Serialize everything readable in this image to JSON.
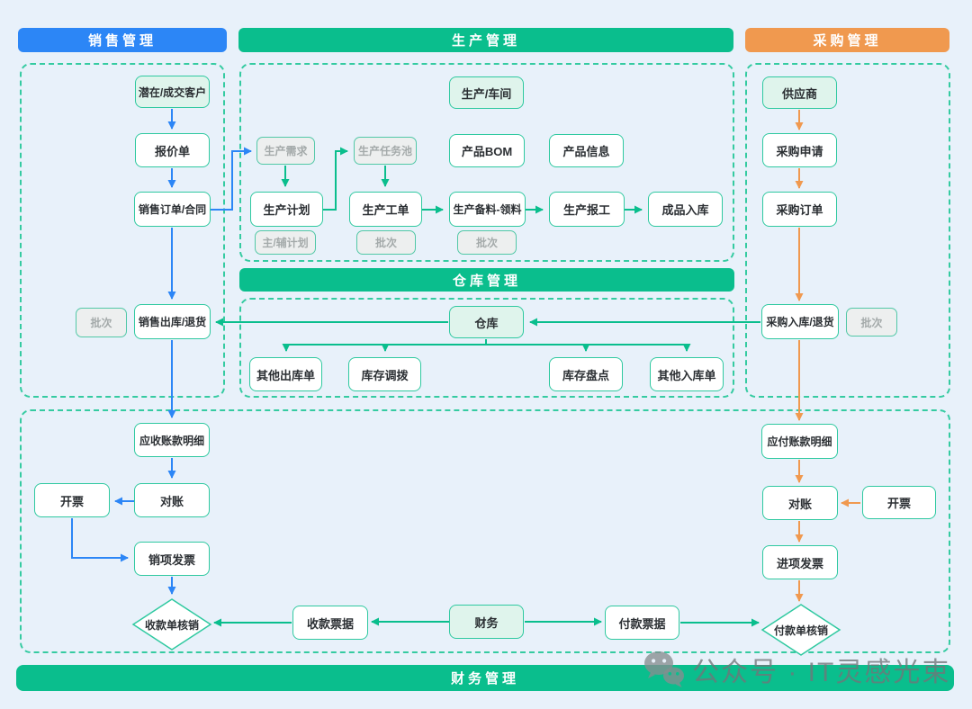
{
  "sections": {
    "sales": "销售管理",
    "production": "生产管理",
    "purchase": "采购管理",
    "warehouse": "仓库管理",
    "finance": "财务管理"
  },
  "nodes": {
    "customers": "潜在/成交客户",
    "quotation": "报价单",
    "sales_order": "销售订单/合同",
    "batch_sales": "批次",
    "sales_outbound": "销售出库/退货",
    "receivables_detail": "应收账款明细",
    "invoicing_sales": "开票",
    "reconciliation_sales": "对账",
    "output_invoice": "销项发票",
    "receipt_writeoff": "收款单核销",
    "receipt_bills": "收款票据",
    "finance": "财务",
    "payment_bills": "付款票据",
    "payment_writeoff": "付款单核销",
    "workshop": "生产/车间",
    "production_demand": "生产需求",
    "task_pool": "生产任务池",
    "product_bom": "产品BOM",
    "product_info": "产品信息",
    "production_plan": "生产计划",
    "main_aux_plan": "主/辅计划",
    "work_order": "生产工单",
    "batch_workorder": "批次",
    "material_prep": "生产备料-领料",
    "batch_material": "批次",
    "production_report": "生产报工",
    "finished_goods_inbound": "成品入库",
    "warehouse": "仓库",
    "other_outbound": "其他出库单",
    "stock_transfer": "库存调拨",
    "stock_count": "库存盘点",
    "other_inbound": "其他入库单",
    "supplier": "供应商",
    "purchase_request": "采购申请",
    "purchase_order": "采购订单",
    "purchase_inbound": "采购入库/退货",
    "batch_purchase": "批次",
    "payables_detail": "应付账款明细",
    "reconciliation_purchase": "对账",
    "invoicing_purchase": "开票",
    "input_invoice": "进项发票"
  },
  "edges": [
    {
      "from": "customers",
      "to": "quotation",
      "color": "blue"
    },
    {
      "from": "quotation",
      "to": "sales_order",
      "color": "blue"
    },
    {
      "from": "sales_order",
      "to": "production_demand",
      "color": "blue"
    },
    {
      "from": "sales_order",
      "to": "sales_outbound",
      "color": "blue"
    },
    {
      "from": "sales_outbound",
      "to": "receivables_detail",
      "color": "blue"
    },
    {
      "from": "receivables_detail",
      "to": "reconciliation_sales",
      "color": "blue"
    },
    {
      "from": "reconciliation_sales",
      "to": "invoicing_sales",
      "color": "blue"
    },
    {
      "from": "invoicing_sales",
      "to": "output_invoice",
      "color": "blue"
    },
    {
      "from": "output_invoice",
      "to": "receipt_writeoff",
      "color": "blue"
    },
    {
      "from": "production_demand",
      "to": "production_plan",
      "color": "green"
    },
    {
      "from": "production_plan",
      "to": "task_pool",
      "color": "green"
    },
    {
      "from": "task_pool",
      "to": "work_order",
      "color": "green"
    },
    {
      "from": "work_order",
      "to": "material_prep",
      "color": "green"
    },
    {
      "from": "material_prep",
      "to": "production_report",
      "color": "green"
    },
    {
      "from": "production_report",
      "to": "finished_goods_inbound",
      "color": "green"
    },
    {
      "from": "purchase_inbound",
      "to": "warehouse",
      "color": "green"
    },
    {
      "from": "warehouse",
      "to": "sales_outbound",
      "color": "green"
    },
    {
      "from": "warehouse",
      "to": "other_outbound",
      "color": "green"
    },
    {
      "from": "warehouse",
      "to": "stock_transfer",
      "color": "green"
    },
    {
      "from": "warehouse",
      "to": "stock_count",
      "color": "green"
    },
    {
      "from": "warehouse",
      "to": "other_inbound",
      "color": "green"
    },
    {
      "from": "finance",
      "to": "receipt_bills",
      "color": "green"
    },
    {
      "from": "receipt_bills",
      "to": "receipt_writeoff",
      "color": "green"
    },
    {
      "from": "finance",
      "to": "payment_bills",
      "color": "green"
    },
    {
      "from": "payment_bills",
      "to": "payment_writeoff",
      "color": "green"
    },
    {
      "from": "supplier",
      "to": "purchase_request",
      "color": "orange"
    },
    {
      "from": "purchase_request",
      "to": "purchase_order",
      "color": "orange"
    },
    {
      "from": "purchase_order",
      "to": "purchase_inbound",
      "color": "orange"
    },
    {
      "from": "purchase_inbound",
      "to": "payables_detail",
      "color": "orange"
    },
    {
      "from": "payables_detail",
      "to": "reconciliation_purchase",
      "color": "orange"
    },
    {
      "from": "invoicing_purchase",
      "to": "reconciliation_purchase",
      "color": "orange"
    },
    {
      "from": "reconciliation_purchase",
      "to": "input_invoice",
      "color": "orange"
    },
    {
      "from": "input_invoice",
      "to": "payment_writeoff",
      "color": "orange"
    }
  ],
  "colors": {
    "blue": "#2C86F6",
    "green": "#0ABE8D",
    "orange": "#F0994F",
    "node_border": "#2FC9A0",
    "background": "#E8F1FA",
    "light_fill": "#DFF4EC",
    "tag_fill": "#EDEFEF",
    "tag_text": "#A4AAAA"
  },
  "watermark": {
    "text": "公众号 · IT灵感光束",
    "icon": "wechat-icon"
  }
}
